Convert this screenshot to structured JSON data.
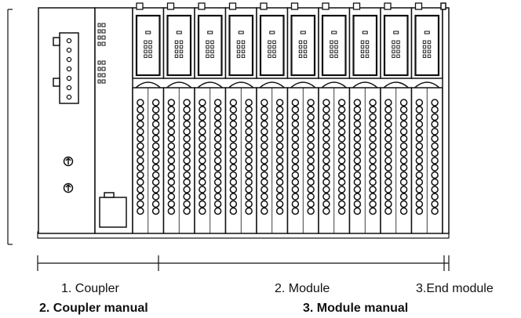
{
  "labels": {
    "coupler": "1. Coupler",
    "module": "2. Module",
    "end_module": "3.End module"
  },
  "manuals": {
    "coupler_manual": "2. Coupler manual",
    "module_manual": "3. Module manual"
  },
  "modules": {
    "io_module_count": 10
  },
  "colors": {
    "line": "#111111",
    "background": "#ffffff"
  }
}
